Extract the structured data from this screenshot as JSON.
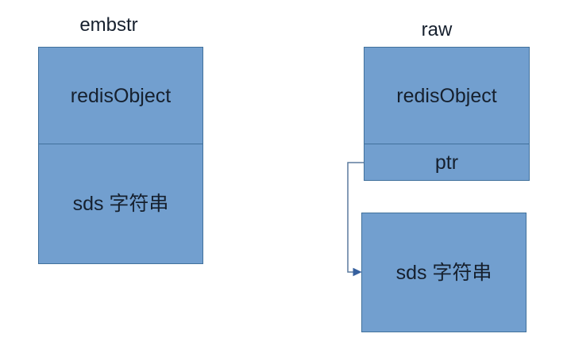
{
  "colors": {
    "box_fill": "#729fcf",
    "box_border": "#41719c",
    "divider": "#41719c",
    "connector": "#5b7a9d",
    "arrowhead": "#36609e",
    "text": "#16202e",
    "background": "#ffffff"
  },
  "embstr": {
    "title": "embstr",
    "sections": [
      {
        "label": "redisObject"
      },
      {
        "label": "sds 字符串"
      }
    ]
  },
  "raw": {
    "title": "raw",
    "sections": [
      {
        "label": "redisObject"
      },
      {
        "label": "ptr"
      }
    ],
    "sds_box": {
      "label": "sds 字符串"
    }
  }
}
